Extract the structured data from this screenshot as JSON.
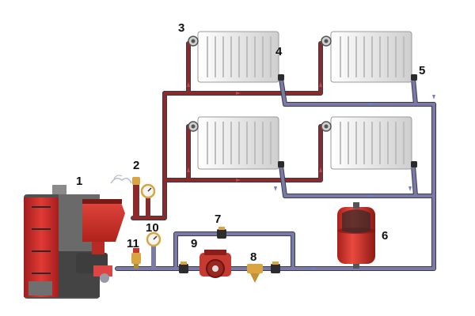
{
  "colors": {
    "background": "#ffffff",
    "supply_pipe": "#8b2a2a",
    "return_pipe": "#7a7aa8",
    "pipe_outline": "#3a3a48",
    "flow_arrow_supply": "#c84848",
    "flow_arrow_return": "#6e7fd0",
    "boiler_red": "#cf2b2b",
    "boiler_grey": "#5e5e5e",
    "radiator": "#eeeeee",
    "radiator_shadow": "#cfcfcf",
    "expansion_tank": "#d8342c",
    "valve_body": "#2c2c2c",
    "brass": "#d9a441",
    "label_text": "#111111"
  },
  "labels": {
    "boiler": "1",
    "safety_group": "2",
    "thermostatic_head": "3",
    "radiator": "4",
    "air_vent": "5",
    "expansion_tank": "6",
    "bypass_valve": "7",
    "strainer": "8",
    "circulation_pump": "9",
    "thermometer": "10",
    "safety_valve": "11"
  },
  "icons": {
    "boiler": "pellet-boiler-icon",
    "radiator": "panel-radiator-icon",
    "tank": "expansion-vessel-icon",
    "pump": "circulator-pump-icon",
    "gauge": "pressure-gauge-icon",
    "valve": "ball-valve-icon"
  }
}
